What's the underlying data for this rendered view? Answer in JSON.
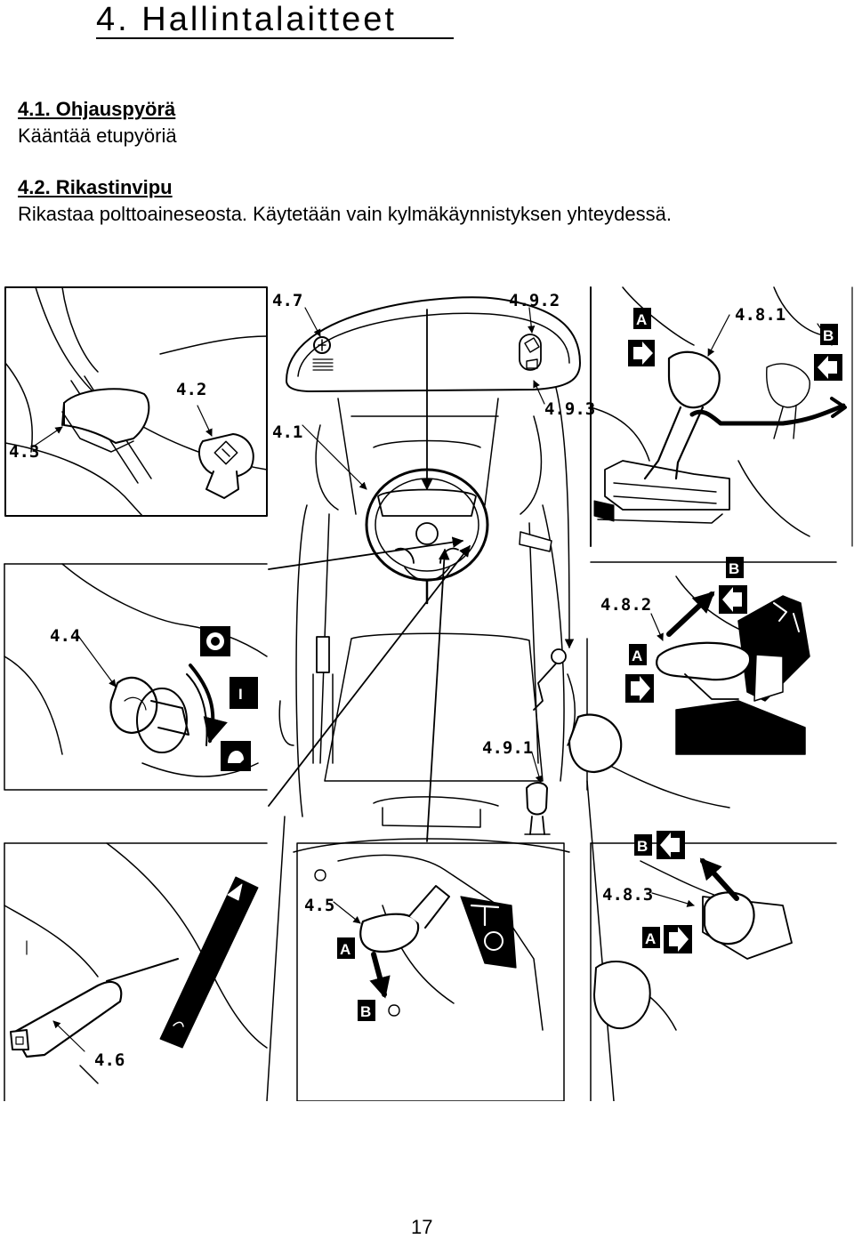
{
  "chapter": {
    "title": "4. Hallintalaitteet"
  },
  "sections": [
    {
      "heading": "4.1. Ohjauspyörä",
      "body": "Kääntää etupyöriä"
    },
    {
      "heading": "4.2. Rikastinvipu",
      "body": "Rikastaa polttoaineseosta. Käytetään vain kylmäkäynnistyksen yhteydessä."
    }
  ],
  "figure": {
    "callouts": {
      "c41": "4.1",
      "c42": "4.2",
      "c43": "4.3",
      "c44": "4.4",
      "c45": "4.5",
      "c46": "4.6",
      "c47": "4.7",
      "c481": "4.8.1",
      "c482": "4.8.2",
      "c483": "4.8.3",
      "c491": "4.9.1",
      "c492": "4.9.2",
      "c493": "4.9.3"
    },
    "tags": {
      "a": "A",
      "b": "B",
      "one": "I"
    }
  },
  "page": {
    "number": "17"
  }
}
